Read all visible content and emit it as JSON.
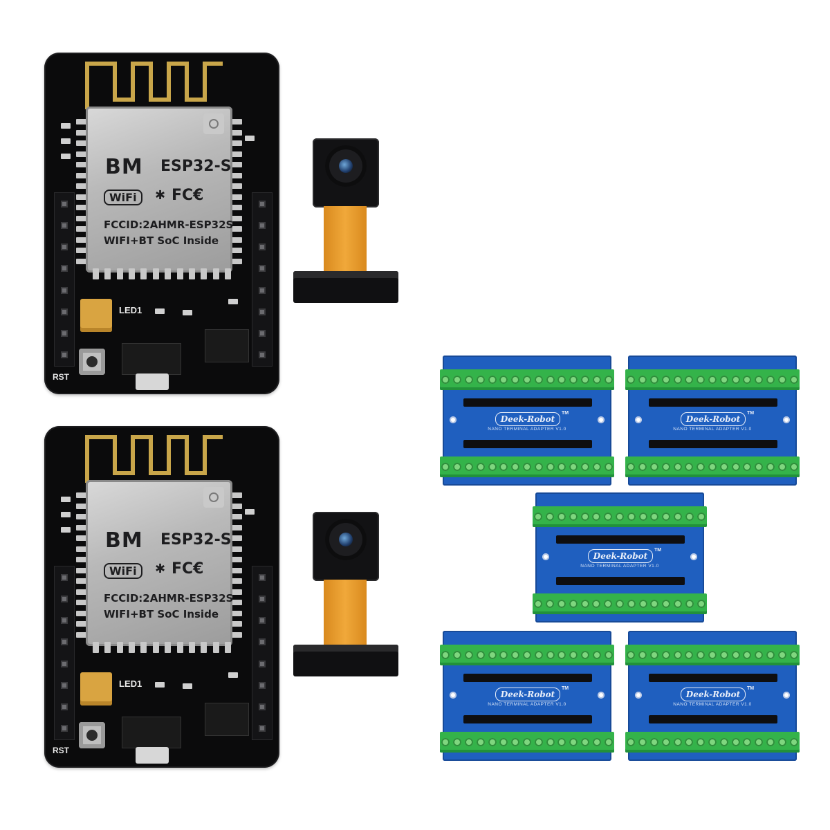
{
  "esp32_boards": [
    {
      "module_brand": "BM",
      "module_model": "ESP32-S",
      "wifi_mark": "WiFi",
      "cert_mark": "FC€",
      "fcc_id": "FCCID:2AHMR-ESP32S",
      "soc_text": "WIFI+BT SoC Inside",
      "led_label": "LED1",
      "reset_label": "RST"
    },
    {
      "module_brand": "BM",
      "module_model": "ESP32-S",
      "wifi_mark": "WiFi",
      "cert_mark": "FC€",
      "fcc_id": "FCCID:2AHMR-ESP32S",
      "soc_text": "WIFI+BT SoC Inside",
      "led_label": "LED1",
      "reset_label": "RST"
    }
  ],
  "camera_modules": [
    {
      "name": "camera"
    },
    {
      "name": "camera"
    }
  ],
  "terminal_adapters": [
    {
      "brand": "Deek-Robot",
      "trademark": "TM",
      "subtitle": "NANO TERMINAL ADAPTER V1.0"
    },
    {
      "brand": "Deek-Robot",
      "trademark": "TM",
      "subtitle": "NANO TERMINAL ADAPTER V1.0"
    },
    {
      "brand": "Deek-Robot",
      "trademark": "TM",
      "subtitle": "NANO TERMINAL ADAPTER V1.0"
    },
    {
      "brand": "Deek-Robot",
      "trademark": "TM",
      "subtitle": "NANO TERMINAL ADAPTER V1.0"
    },
    {
      "brand": "Deek-Robot",
      "trademark": "TM",
      "subtitle": "NANO TERMINAL ADAPTER V1.0"
    }
  ],
  "colors": {
    "board_black": "#0b0b0c",
    "shield_silver": "#b9b9b9",
    "adapter_blue": "#1f5fbf",
    "terminal_green": "#34b34a",
    "flex_orange": "#f0a83a"
  }
}
